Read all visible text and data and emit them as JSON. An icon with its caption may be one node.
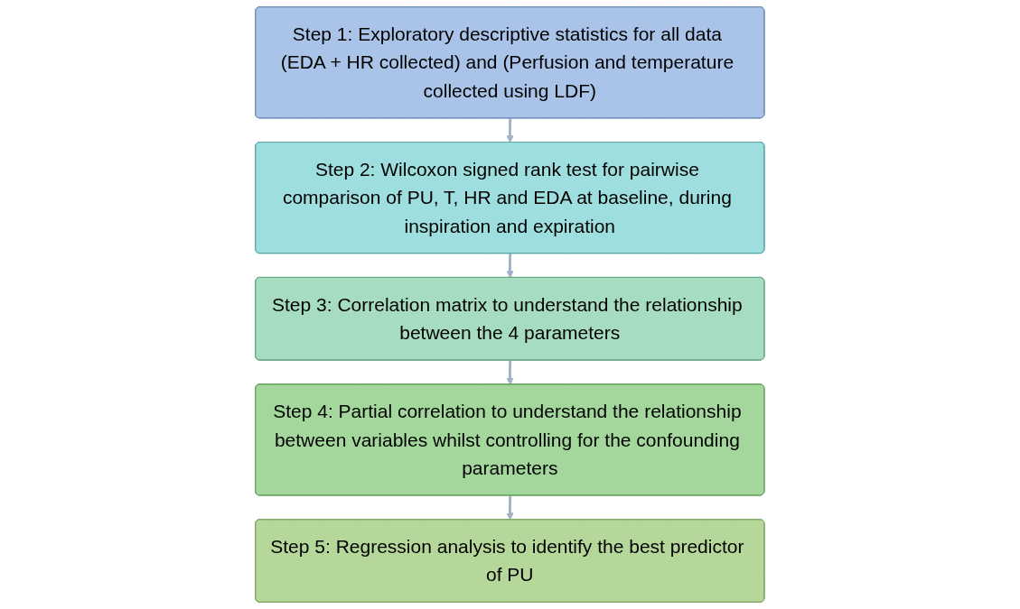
{
  "diagram": {
    "nodes": [
      {
        "text": [
          "Step 1: Exploratory descriptive statistics for all data (EDA + HR collected) and (Perfusion and temperature collected using LDF)"
        ]
      },
      {
        "text": [
          "Step 2: Wilcoxon signed rank test for pairwise comparison of PU, T, HR and EDA at baseline, during inspiration and expiration"
        ]
      },
      {
        "text": [
          "Step 3: Correlation matrix to understand the relationship between the 4 parameters"
        ]
      },
      {
        "text": [
          "Step 4: Partial correlation to understand the relationship between variables whilst controlling for the confounding parameters"
        ]
      },
      {
        "text": [
          "Step 5: Regression analysis to identify the best predictor of PU"
        ]
      }
    ],
    "edges": [
      {
        "from": 0,
        "to": 1,
        "arrow": "to"
      },
      {
        "from": 1,
        "to": 2,
        "arrow": "to"
      },
      {
        "from": 2,
        "to": 3,
        "arrow": "to"
      },
      {
        "from": 3,
        "to": 4,
        "arrow": "to"
      }
    ]
  }
}
